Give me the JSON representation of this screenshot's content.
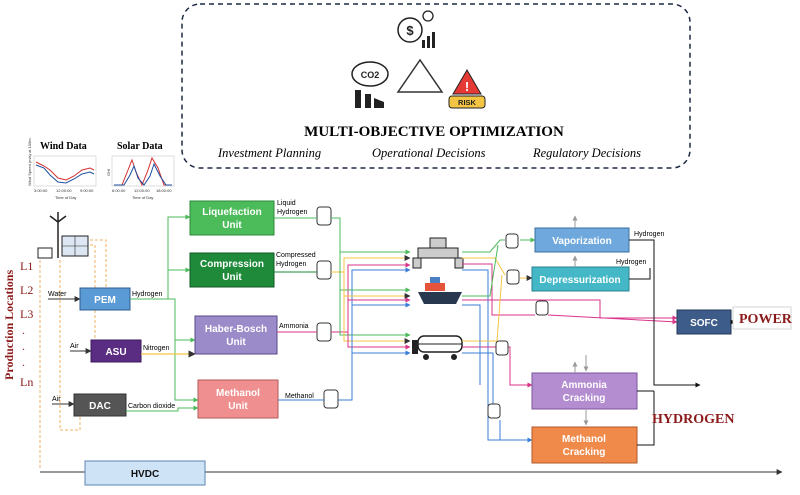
{
  "objective": {
    "title": "MULTI-OBJECTIVE OPTIMIZATION",
    "items": [
      "Investment Planning",
      "Operational Decisions",
      "Regulatory Decisions"
    ],
    "co2_label": "CO2",
    "risk_label": "RISK"
  },
  "data_panels": {
    "wind_title": "Wind Data",
    "solar_title": "Solar Data",
    "wind_ylabel": "Wind Speed (m/s) at 100m",
    "solar_ylabel": "GHI",
    "wind_xticks": [
      "3:00:00",
      "12:00:00",
      "9:00:00"
    ],
    "solar_xticks": [
      "6:00:00",
      "12:00:00",
      "18:00:00"
    ],
    "xlabel": "Time of Day"
  },
  "production": {
    "title": "Production Locations",
    "locations": [
      "L1",
      "L2",
      "L3",
      ".",
      ".",
      ".",
      "Ln"
    ]
  },
  "inputs": {
    "water": "Water",
    "air1": "Air",
    "air2": "Air"
  },
  "units": {
    "pem": "PEM",
    "asu": "ASU",
    "dac": "DAC",
    "liquefaction": [
      "Liquefaction",
      "Unit"
    ],
    "compression": [
      "Compression",
      "Unit"
    ],
    "haber_bosch": [
      "Haber-Bosch",
      "Unit"
    ],
    "methanol": [
      "Methanol",
      "Unit"
    ],
    "vaporization": "Vaporization",
    "depressurization": "Depressurization",
    "sofc": "SOFC",
    "ammonia_cracking": [
      "Ammonia",
      "Cracking"
    ],
    "methanol_cracking": [
      "Methanol",
      "Cracking"
    ],
    "hvdc": "HVDC"
  },
  "flows": {
    "hydrogen": "Hydrogen",
    "nitrogen": "Nitrogen",
    "carbon_dioxide": "Carbon dioxide",
    "liquid_hydrogen": [
      "Liquid",
      "Hydrogen"
    ],
    "compressed_hydrogen": [
      "Compressed",
      "Hydrogen"
    ],
    "ammonia": "Ammonia",
    "methanol": "Methanol",
    "hydrogen_out1": "Hydrogen",
    "hydrogen_out2": "Hydrogen"
  },
  "outputs": {
    "power": "POWER",
    "hydrogen": "HYDROGEN"
  },
  "colors": {
    "liquefaction": "#4cbb5a",
    "compression": "#1e8a3a",
    "haber_bosch": "#9c8bc9",
    "methanol": "#ef8f8f",
    "pem": "#5b9bd5",
    "asu": "#5a2d82",
    "dac": "#555555",
    "vaporization": "#6fa8dc",
    "depressurization": "#45b8c8",
    "sofc": "#3e5c8a",
    "ammonia_cracking": "#b48cd0",
    "methanol_cracking": "#f08a4b",
    "hvdc": "#cfe3f7",
    "accent_red": "#8b1a1a"
  }
}
